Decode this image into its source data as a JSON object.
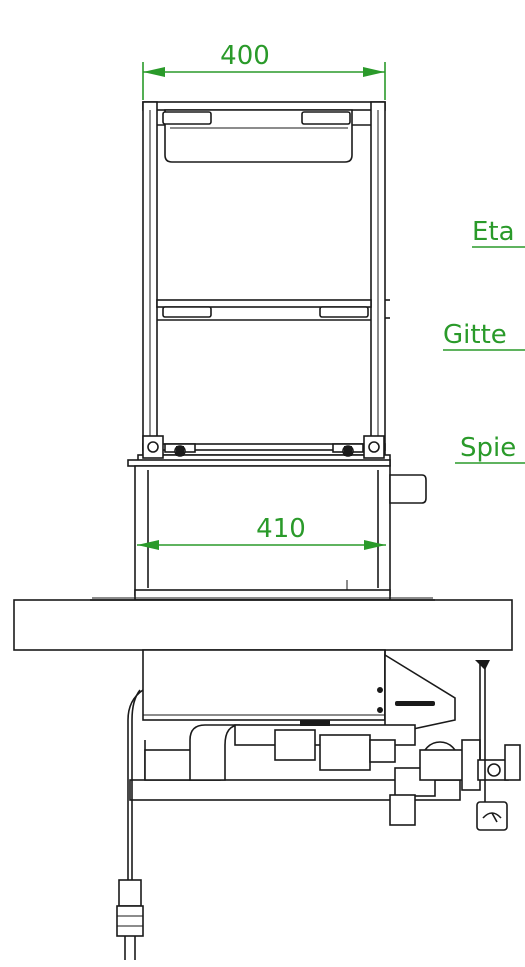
{
  "dimensions": {
    "top_width": "400",
    "mid_width": "410"
  },
  "callouts": {
    "label1": "Eta",
    "label2": "Gitte",
    "label3": "Spie"
  },
  "colors": {
    "dimension": "#2a9a2a",
    "linework": "#1a1a1a",
    "background": "#ffffff"
  }
}
